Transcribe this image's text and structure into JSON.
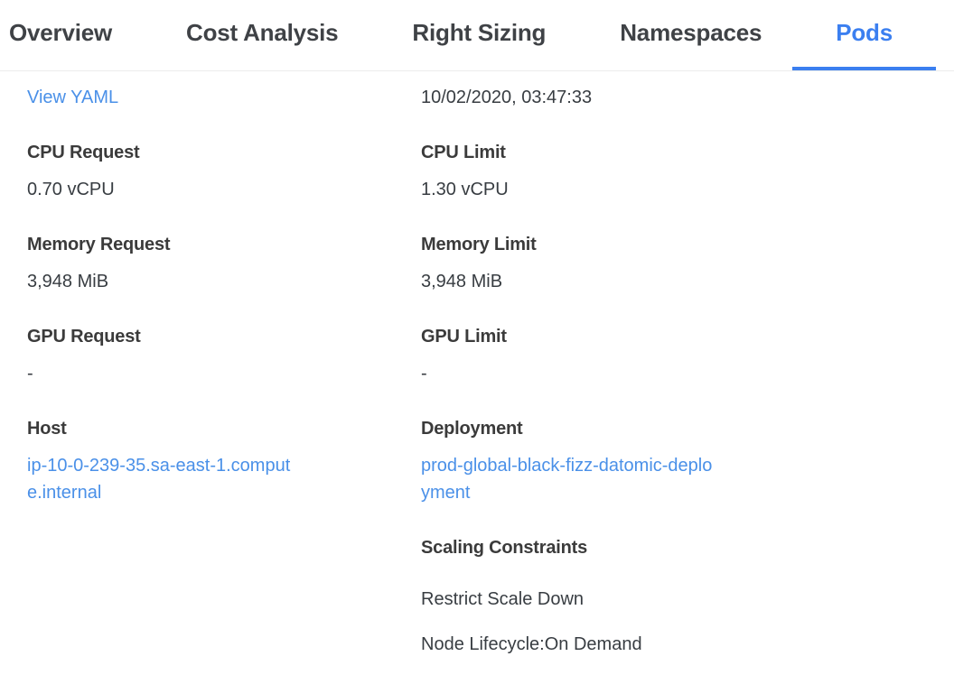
{
  "tabs": {
    "active": "Pods",
    "items": [
      {
        "label": "Overview"
      },
      {
        "label": "Cost Analysis"
      },
      {
        "label": "Right Sizing"
      },
      {
        "label": "Namespaces"
      },
      {
        "label": "Pods"
      }
    ]
  },
  "panel": {
    "view_yaml": "View YAML",
    "created_at": "10/02/2020, 03:47:33",
    "left_fields": [
      {
        "label": "CPU Request",
        "value": "0.70 vCPU"
      },
      {
        "label": "Memory Request",
        "value": "3,948 MiB"
      },
      {
        "label": "GPU Request",
        "value": "-"
      },
      {
        "label": "Host",
        "value": "ip-10-0-239-35.sa-east-1.compute.internal"
      }
    ],
    "right_fields": [
      {
        "label": "CPU Limit",
        "value": "1.30 vCPU"
      },
      {
        "label": "Memory Limit",
        "value": "3,948 MiB"
      },
      {
        "label": "GPU Limit",
        "value": "-"
      },
      {
        "label": "Deployment",
        "value": "prod-global-black-fizz-datomic-deployment"
      }
    ],
    "scaling": {
      "label": "Scaling Constraints",
      "items": [
        "Restrict Scale Down",
        "Node Lifecycle:On Demand"
      ]
    }
  },
  "colors": {
    "tab_active_blue": "#3b7ff0",
    "link_blue": "#4a90e8",
    "tab_text": "#3f4246",
    "label_text": "#3b3b3b",
    "value_text": "#383d42",
    "divider": "#ececec"
  }
}
